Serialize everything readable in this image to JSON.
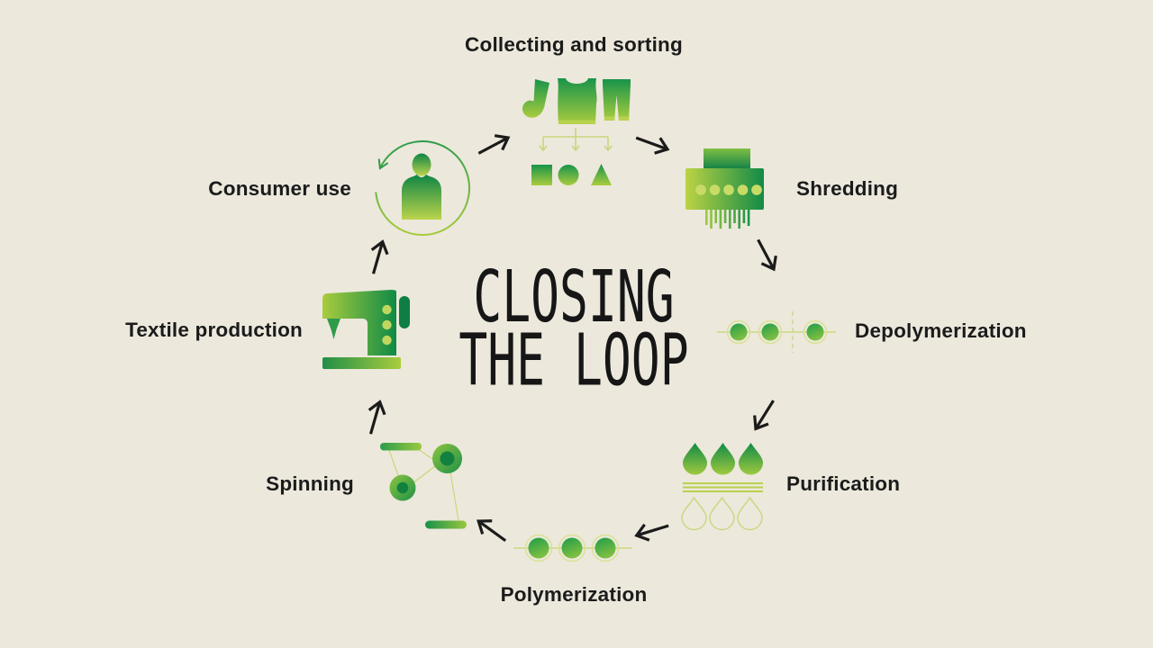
{
  "title": {
    "line1": "CLOSING",
    "line2": "THE LOOP"
  },
  "stages": [
    {
      "id": "collecting-sorting",
      "label": "Collecting and sorting",
      "icon": "clothes-sorting-icon"
    },
    {
      "id": "shredding",
      "label": "Shredding",
      "icon": "shredder-icon"
    },
    {
      "id": "depolymerization",
      "label": "Depolymerization",
      "icon": "split-molecule-chain-icon"
    },
    {
      "id": "purification",
      "label": "Purification",
      "icon": "filter-droplets-icon"
    },
    {
      "id": "polymerization",
      "label": "Polymerization",
      "icon": "molecule-chain-icon"
    },
    {
      "id": "spinning",
      "label": "Spinning",
      "icon": "spinning-wheel-icon"
    },
    {
      "id": "textile-production",
      "label": "Textile production",
      "icon": "sewing-machine-icon"
    },
    {
      "id": "consumer-use",
      "label": "Consumer use",
      "icon": "person-recycle-loop-icon"
    }
  ],
  "colors": {
    "background": "#ECE8DC",
    "dark_green": "#128B47",
    "mid_green": "#3FA74E",
    "yellow_green": "#A9CC3E",
    "pale_line": "#CBD67C",
    "arrow": "#1B1B1B",
    "text": "#1B1B1B"
  }
}
